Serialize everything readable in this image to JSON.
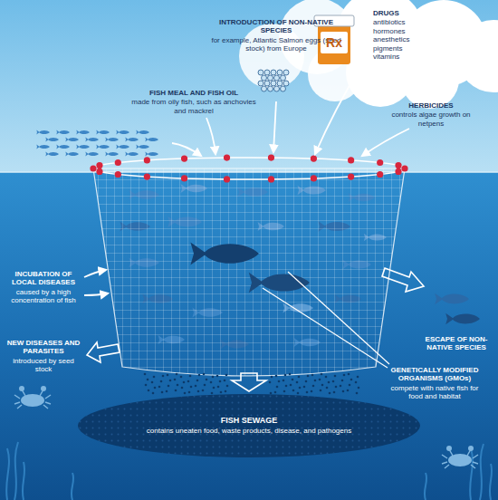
{
  "diagram": {
    "nodes": [
      {
        "text": [
          "FISH SEWAGE",
          "contains uneaten food, waste products, disease, and pathogens"
        ]
      }
    ],
    "labels": [
      "INTRODUCTION OF NON-NATIVE SPECIES",
      "for example, Atlantic Salmon eggs (seed stock) from Europe",
      "DRUGS",
      "antibiotics hormones anesthetics pigments vitamins",
      "Rx",
      "FISH MEAL AND FISH OIL",
      "made from oily fish, such as anchovies and mackrel",
      "HERBICIDES",
      "controls algae growth on netpens",
      "INCUBATION OF LOCAL DISEASES",
      "caused by a high concentration of fish",
      "NEW DISEASES AND PARASITES",
      "introduced by seed stock",
      "GENETICALLY MODIFIED ORGANISMS (GMOs)",
      "compete with native fish for food and habitat",
      "ESCAPE OF NON-NATIVE SPECIES"
    ]
  }
}
